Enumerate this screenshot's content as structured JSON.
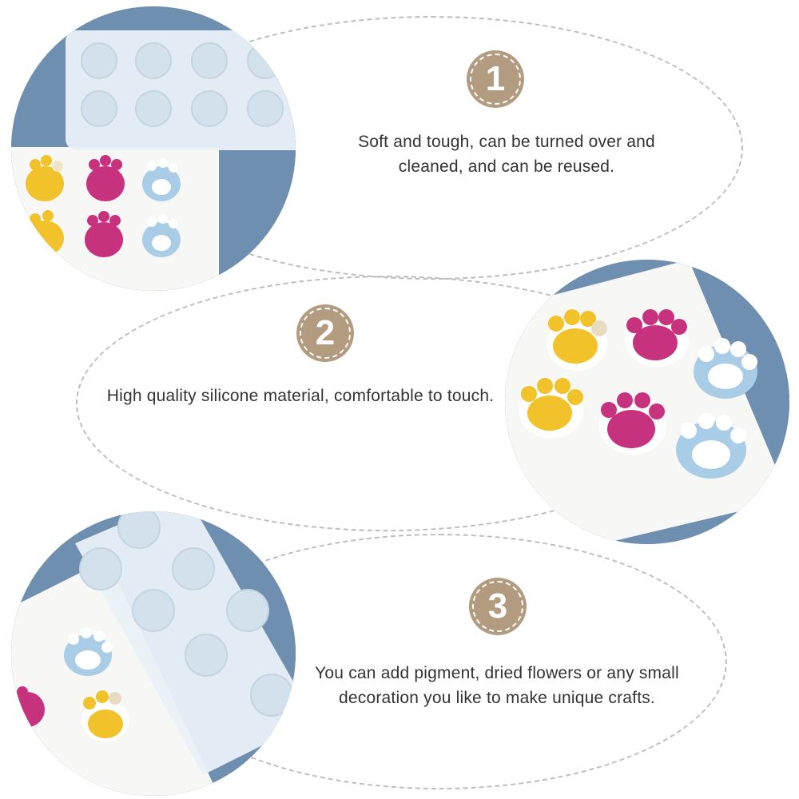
{
  "sections": [
    {
      "number": "1",
      "text": "Soft and tough, can be turned over and cleaned, and can be reused."
    },
    {
      "number": "2",
      "text": "High quality silicone material, comfortable to touch."
    },
    {
      "number": "3",
      "text": "You can add pigment, dried flowers or any small decoration you like to make unique crafts."
    }
  ],
  "photos": [
    {
      "subject": "silicone paw mold tray with yellow, pink and blue paw candies"
    },
    {
      "subject": "close-up of yellow, pink and blue paw shaped candies on paper"
    },
    {
      "subject": "diagonal silicone paw mold with blue, pink and yellow paw candies"
    }
  ],
  "colors": {
    "badge": "#b39b80",
    "background_blue": "#6f8fb0",
    "paw_yellow": "#f2c22a",
    "paw_pink": "#c7327f",
    "paw_blue": "#a9cde6"
  }
}
